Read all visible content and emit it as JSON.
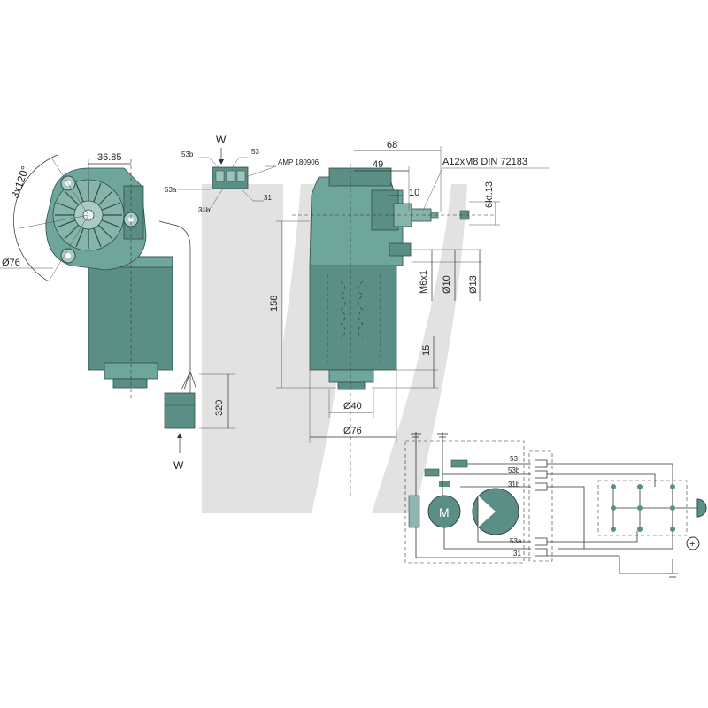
{
  "labels": {
    "angle": "3x120°",
    "d36": "36.85",
    "d76_left": "Ø76",
    "w_top": "W",
    "w_bottom": "W",
    "pin_53b": "53b",
    "pin_53": "53",
    "pin_53a": "53a",
    "pin_31b": "31b",
    "pin_31": "31",
    "amp": "AMP 180906",
    "d320": "320",
    "d68": "68",
    "d49": "49",
    "d10": "10",
    "thread": "A12xM8 DIN 72183",
    "hex": "6kt.13",
    "m6": "M6x1",
    "d10dia": "Ø10",
    "d13": "Ø13",
    "d158": "158",
    "d15": "15",
    "d40": "Ø40",
    "d76_side": "Ø76",
    "s53": "53",
    "s53b": "53b",
    "s31b": "31b",
    "s53a": "53a",
    "s31": "31",
    "motor": "M",
    "plus": "+"
  }
}
